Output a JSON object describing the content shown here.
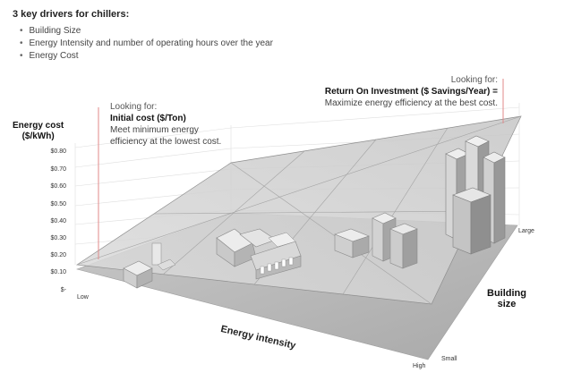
{
  "heading": "3 key drivers for chillers:",
  "drivers": [
    "Building Size",
    "Energy Intensity and number of operating hours over the year",
    "Energy Cost"
  ],
  "left_note": {
    "lead": "Looking for:",
    "title": "Initial cost ($/Ton)",
    "line1": "Meet minimum energy",
    "line2": "efficiency at the lowest cost."
  },
  "right_note": {
    "lead": "Looking for:",
    "title": "Return On Investment ($ Savings/Year) =",
    "line1": "Maximize energy efficiency at the best cost."
  },
  "y_axis": {
    "title_line1": "Energy cost",
    "title_line2": "($/kWh)",
    "ticks": [
      "$0.80",
      "$0.70",
      "$0.60",
      "$0.50",
      "$0.40",
      "$0.30",
      "$0.20",
      "$0.10",
      "$-"
    ]
  },
  "x_axis": {
    "title": "Energy intensity",
    "low": "Low",
    "high": "High"
  },
  "size_axis": {
    "title_line1": "Building",
    "title_line2": "size",
    "large": "Large",
    "small": "Small"
  },
  "colors": {
    "floor": "#b9b9b9",
    "plane": "#d4d4d4",
    "building_light": "#e6e6e6",
    "building_dark": "#9a9a9a",
    "marker": "#e08a8a"
  }
}
